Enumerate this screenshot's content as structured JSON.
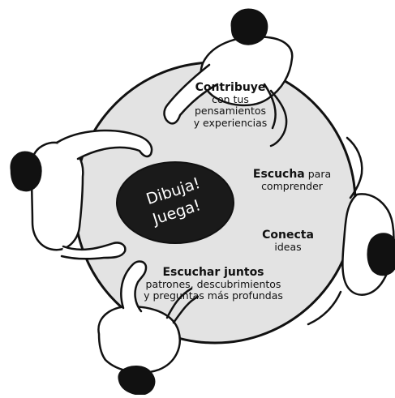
{
  "center_label": {
    "line1": "Dibuja!",
    "line2": "Juega!"
  },
  "contribute": {
    "heading": "Contribuye",
    "line1": "con tus",
    "line2": "pensamientos",
    "line3": "y experiencias"
  },
  "listen": {
    "heading": "Escucha",
    "heading_rest": " para",
    "line2": "comprender"
  },
  "connect": {
    "heading": "Conecta",
    "line2": "ideas"
  },
  "together": {
    "heading": "Escuchar juntos",
    "line1": "patrones, descubrimientos",
    "line2": "y preguntas más profundas"
  },
  "colors": {
    "ink": "#111111",
    "table_fill": "#e3e3e3",
    "oval_fill": "#1a1a1a",
    "oval_text": "#ffffff"
  }
}
